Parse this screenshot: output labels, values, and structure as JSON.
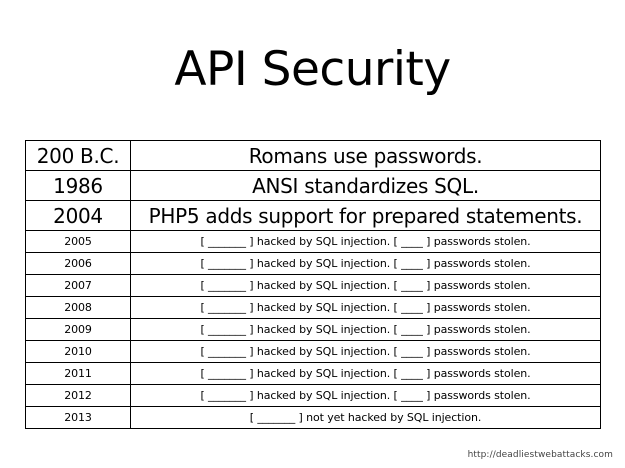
{
  "slide": {
    "title": "API Security",
    "footer_url": "http://deadliestwebattacks.com"
  },
  "timeline": {
    "rows": [
      {
        "year": "200 B.C.",
        "event": "Romans use passwords.",
        "size": "big"
      },
      {
        "year": "1986",
        "event": "ANSI standardizes SQL.",
        "size": "big"
      },
      {
        "year": "2004",
        "event": "PHP5 adds support for prepared statements.",
        "size": "big"
      },
      {
        "year": "2005",
        "event": "[ _______ ] hacked by SQL injection. [ ____ ] passwords stolen.",
        "size": "small"
      },
      {
        "year": "2006",
        "event": "[ _______ ] hacked by SQL injection. [ ____ ] passwords stolen.",
        "size": "small"
      },
      {
        "year": "2007",
        "event": "[ _______ ] hacked by SQL injection. [ ____ ] passwords stolen.",
        "size": "small"
      },
      {
        "year": "2008",
        "event": "[ _______ ] hacked by SQL injection. [ ____ ] passwords stolen.",
        "size": "small"
      },
      {
        "year": "2009",
        "event": "[ _______ ] hacked by SQL injection. [ ____ ] passwords stolen.",
        "size": "small"
      },
      {
        "year": "2010",
        "event": "[ _______ ] hacked by SQL injection. [ ____ ] passwords stolen.",
        "size": "small"
      },
      {
        "year": "2011",
        "event": "[ _______ ] hacked by SQL injection. [ ____ ] passwords stolen.",
        "size": "small"
      },
      {
        "year": "2012",
        "event": "[ _______ ] hacked by SQL injection. [ ____ ] passwords stolen.",
        "size": "small"
      },
      {
        "year": "2013",
        "event": "[ _______ ] not yet hacked by SQL injection.",
        "size": "small"
      }
    ]
  }
}
